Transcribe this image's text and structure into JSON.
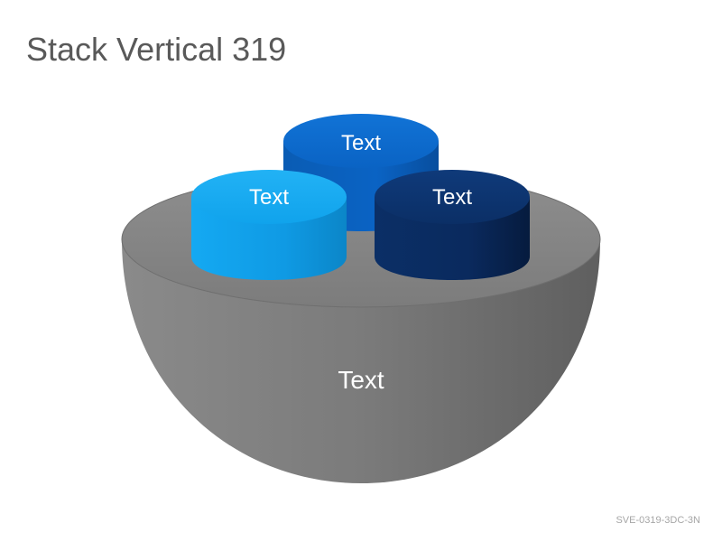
{
  "slide": {
    "title": "Stack Vertical 319",
    "code": "SVE-0319-3DC-3N"
  },
  "diagram": {
    "bowl_label": "Text",
    "cylinders": [
      {
        "label": "Text",
        "color": "#0a66c2"
      },
      {
        "label": "Text",
        "color": "#10a3ec"
      },
      {
        "label": "Text",
        "color": "#0b2f66"
      }
    ],
    "bowl_color": "#7a7a7a"
  }
}
